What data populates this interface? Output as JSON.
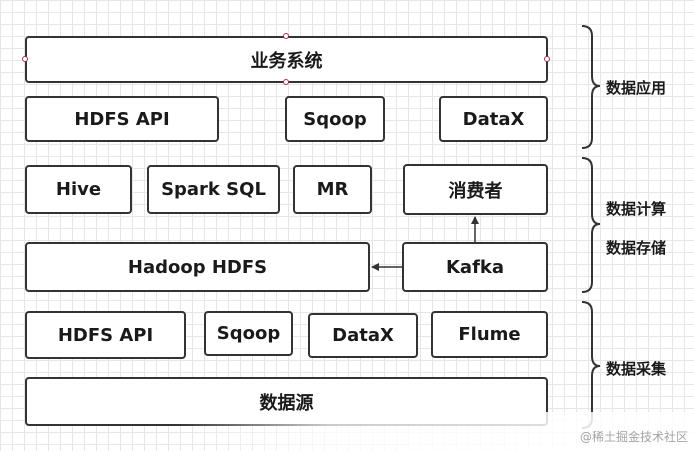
{
  "application_layer": {
    "business_system": "业务系统",
    "hdfs_api": "HDFS API",
    "sqoop": "Sqoop",
    "datax": "DataX"
  },
  "compute_storage_layer": {
    "hive": "Hive",
    "spark_sql": "Spark SQL",
    "mr": "MR",
    "consumer": "消费者",
    "hadoop_hdfs": "Hadoop HDFS",
    "kafka": "Kafka"
  },
  "collection_layer": {
    "hdfs_api": "HDFS API",
    "sqoop": "Sqoop",
    "datax": "DataX",
    "flume": "Flume",
    "data_source": "数据源"
  },
  "side_labels": {
    "data_application": "数据应用",
    "data_compute": "数据计算",
    "data_storage": "数据存储",
    "data_collection": "数据采集"
  },
  "watermark": "@稀土掘金技术社区"
}
